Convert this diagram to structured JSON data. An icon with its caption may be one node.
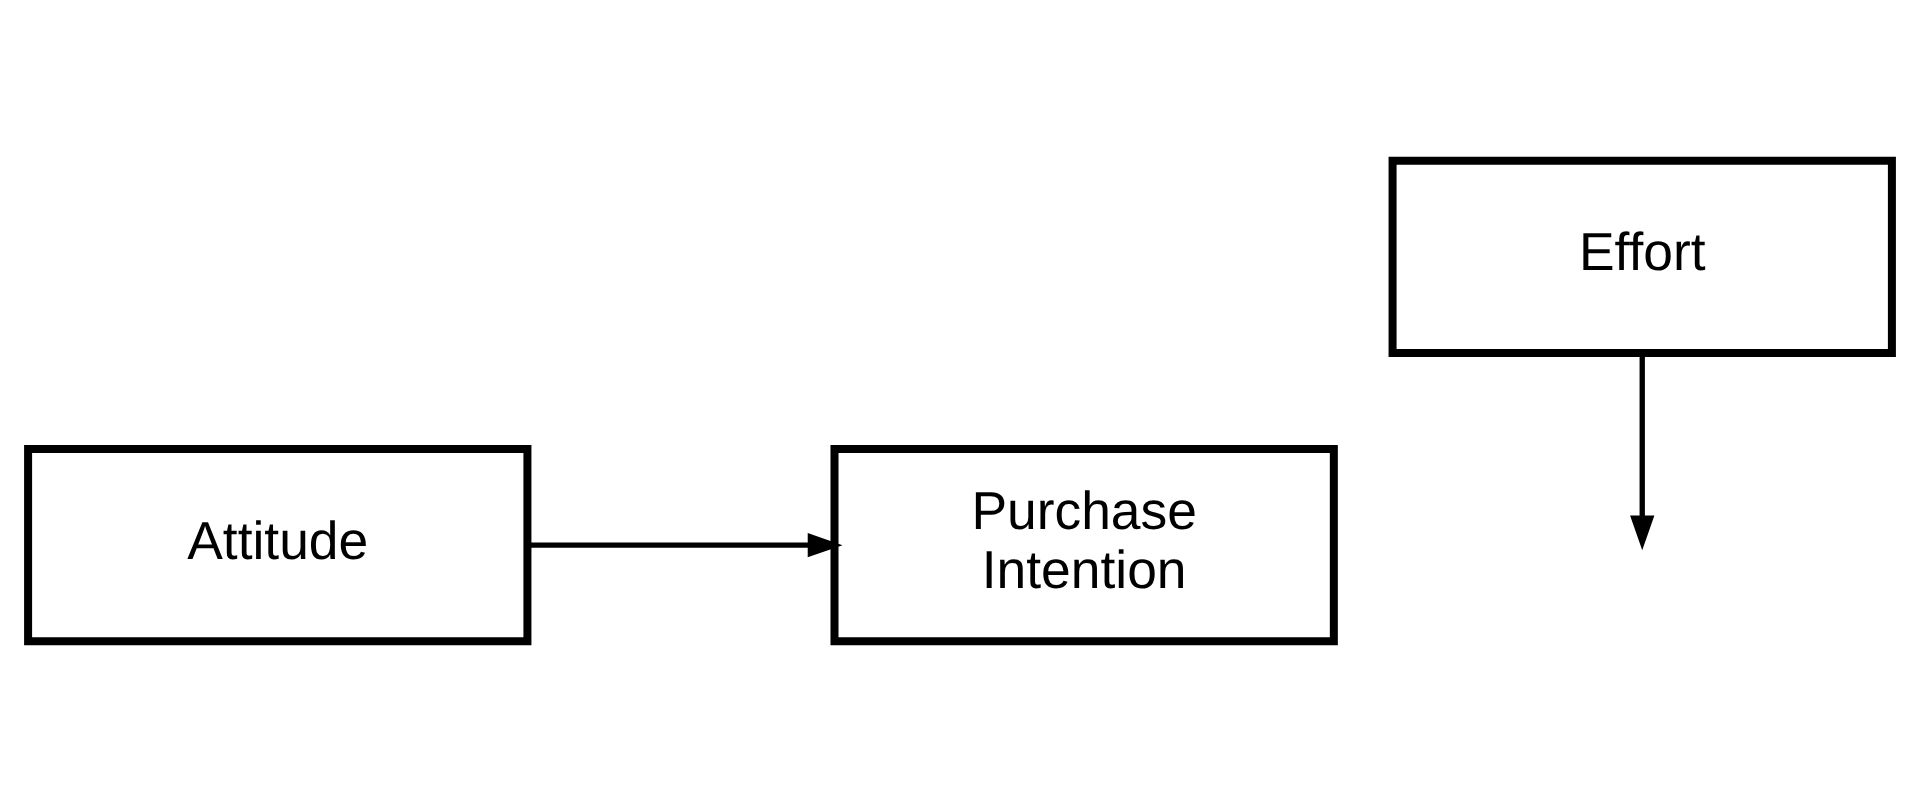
{
  "diagram": {
    "nodes": [
      {
        "text": [
          "Effort"
        ]
      },
      {
        "text": [
          "Attitude"
        ]
      },
      {
        "text": [
          "Purchase Intention"
        ]
      }
    ],
    "edges": [
      {
        "from": 1,
        "to": 2,
        "arrow": "to"
      },
      {
        "from": 0,
        "to": null,
        "arrow": "to"
      }
    ]
  }
}
